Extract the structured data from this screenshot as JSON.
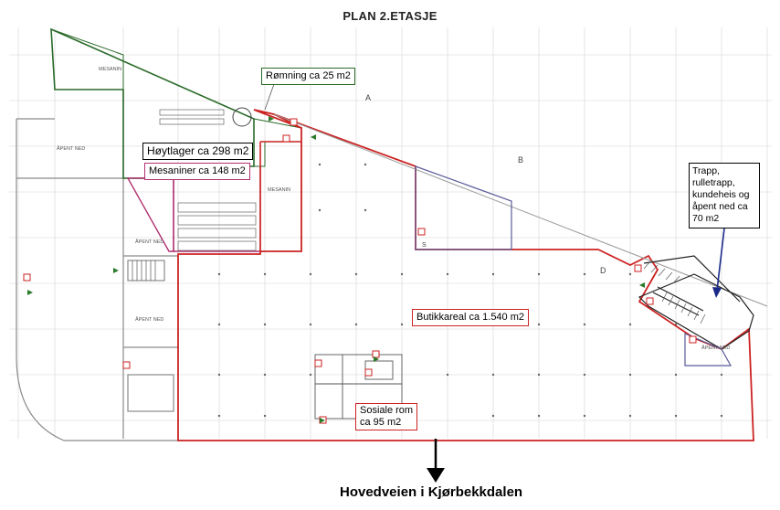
{
  "title": "PLAN 2.ETASJE",
  "areas": {
    "romning": "Rømning ca 25 m2",
    "hoytlager": "Høytlager ca 298 m2",
    "mesaniner": "Mesaniner ca 148 m2",
    "butikkareal": "Butikkareal ca 1.540 m2",
    "sosiale_line1": "Sosiale rom",
    "sosiale_line2": "ca 95 m2",
    "trapp_lines": [
      "Trapp,",
      "rulletrapp,",
      "kundeheis og",
      "åpent ned ca",
      "70 m2"
    ]
  },
  "road_label": "Hovedveien i Kjørbekkdalen",
  "plan_small_labels": {
    "mesanin_top": "MESANIN",
    "mesanin_mid": "MESANIN",
    "apent_ned_left": "ÅPENT NED",
    "apent_ned_mid": "ÅPENT NED",
    "apent_ned_lower": "ÅPENT NED",
    "apent_ned_right": "ÅPENT NED",
    "marker_a": "A",
    "marker_b": "B",
    "marker_d": "D",
    "marker_s": "S"
  },
  "colors": {
    "red_line": "#cc2222",
    "green_line": "#2a6a2a",
    "blue_line": "#5a5a9a",
    "magenta_line": "#b03070",
    "grid": "#c8c8c8"
  }
}
